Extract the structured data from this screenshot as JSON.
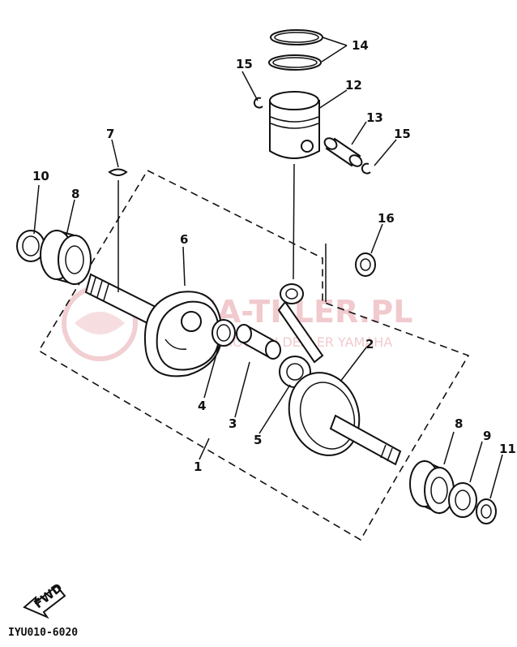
{
  "diagram": {
    "code": "IYU010-6020",
    "fwd_label": "FWD",
    "watermark_main": "MA-TKLER.PL",
    "watermark_sub": "HOWICH DEALER YAMAHA",
    "callouts": [
      "1",
      "2",
      "3",
      "4",
      "5",
      "6",
      "7",
      "8",
      "8",
      "9",
      "10",
      "11",
      "12",
      "13",
      "14",
      "15",
      "15",
      "16"
    ]
  }
}
